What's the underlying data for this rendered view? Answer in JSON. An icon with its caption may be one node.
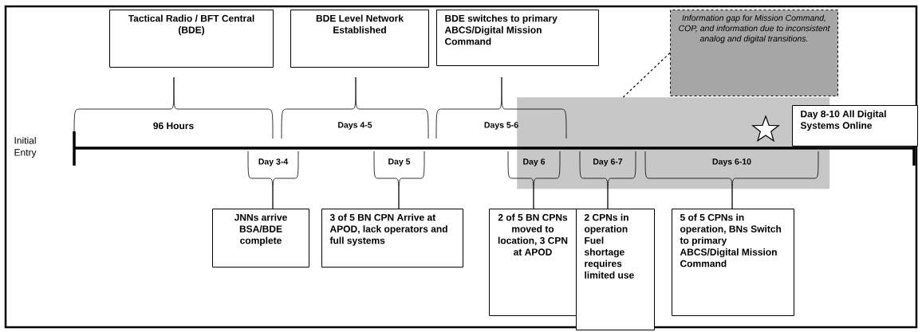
{
  "diagram": {
    "nodes": [
      {
        "text": [
          "Tactical Radio / BFT Central (BDE)"
        ]
      },
      {
        "text": [
          "BDE Level Network Established"
        ]
      },
      {
        "text": [
          "BDE switches to primary ABCS/Digital Mission Command"
        ]
      },
      {
        "text": [
          "Information gap for Mission Command, COP, and information due to inconsistent analog and digital transitions."
        ]
      },
      {
        "text": [],
        "shape": "box"
      },
      {
        "text": [
          "Day 8-10 All Digital Systems Online"
        ]
      },
      {
        "text": [
          "JNNs arrive BSA/BDE complete"
        ]
      },
      {
        "text": [
          "3 of 5 BN CPN Arrive at APOD, lack operators and full systems"
        ]
      },
      {
        "text": [
          "2 of 5 BN CPNs moved to location, 3 CPN at APOD"
        ]
      },
      {
        "text": [
          "2 CPNs in operation Fuel shortage requires limited use"
        ]
      },
      {
        "text": [
          "5 of 5 CPNs in operation, BNs Switch to primary ABCS/Digital Mission Command"
        ]
      }
    ],
    "edges": [
      {
        "from": 3,
        "to": 4,
        "arrow": "none",
        "style": "dashed"
      }
    ],
    "labels": [
      "96 Hours",
      "Days 4-5",
      "Days 5-6",
      "Initial Entry",
      "Day 3-4",
      "Day 5",
      "Day 6",
      "Day 6-7",
      "Days 6-10"
    ]
  }
}
